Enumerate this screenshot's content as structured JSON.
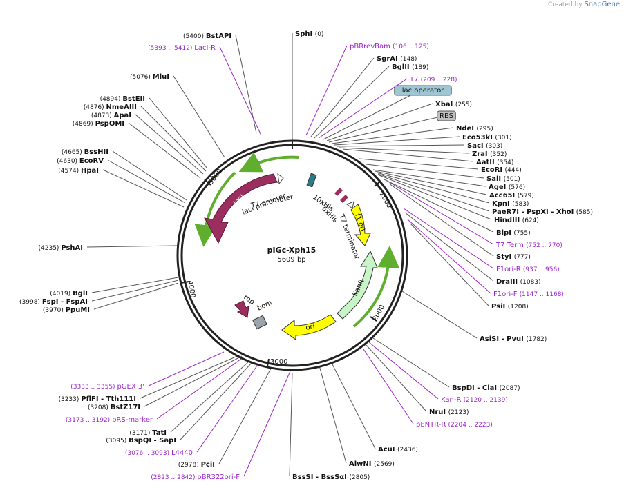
{
  "credit": {
    "prefix": "Created by",
    "brand": "SnapGene"
  },
  "plasmid": {
    "name": "pIGc-Xph15",
    "size_label": "5609 bp"
  },
  "ticks": [
    "1000",
    "2000",
    "3000",
    "4000",
    "5000"
  ],
  "colors": {
    "promoter": "#5fae2e",
    "lacI": "#9b2e5f",
    "kanR": "#c8f5c8",
    "f1ori": "#ffff00",
    "ori": "#ffff00",
    "rop": "#9b2e5f",
    "bom": "#9ba3ab",
    "lac_operator_box": "#9fc6d2",
    "rbs_box": "#c0c0c0",
    "primer": "#9b24c9"
  },
  "left_labels": [
    {
      "kind": "site",
      "name": "BstAPI",
      "pos": "(5400)"
    },
    {
      "kind": "primer",
      "name": "LacI-R",
      "pos": "(5393 .. 5412)"
    },
    {
      "kind": "site",
      "name": "MluI",
      "pos": "(5076)"
    },
    {
      "kind": "site",
      "name": "BstEII",
      "pos": "(4894)"
    },
    {
      "kind": "site",
      "name": "NmeAIII",
      "pos": "(4876)"
    },
    {
      "kind": "site",
      "name": "ApaI",
      "pos": "(4873)"
    },
    {
      "kind": "site",
      "name": "PspOMI",
      "pos": "(4869)"
    },
    {
      "kind": "site",
      "name": "BssHII",
      "pos": "(4665)"
    },
    {
      "kind": "site",
      "name": "EcoRV",
      "pos": "(4630)"
    },
    {
      "kind": "site",
      "name": "HpaI",
      "pos": "(4574)"
    },
    {
      "kind": "site",
      "name": "PshAI",
      "pos": "(4235)"
    },
    {
      "kind": "site",
      "name": "BglI",
      "pos": "(4019)"
    },
    {
      "kind": "site",
      "name": "FspI  - FspAI",
      "pos": "(3998)"
    },
    {
      "kind": "site",
      "name": "PpuMI",
      "pos": "(3970)"
    },
    {
      "kind": "primer",
      "name": "pGEX 3'",
      "pos": "(3333 .. 3355)"
    },
    {
      "kind": "site",
      "name": "PflFI  - Tth111I",
      "pos": "(3233)"
    },
    {
      "kind": "site",
      "name": "BstZ17I",
      "pos": "(3208)"
    },
    {
      "kind": "primer",
      "name": "pRS-marker",
      "pos": "(3173 .. 3192)"
    },
    {
      "kind": "site",
      "name": "TatI",
      "pos": "(3171)"
    },
    {
      "kind": "site",
      "name": "BspQI  - SapI",
      "pos": "(3095)"
    },
    {
      "kind": "primer",
      "name": "L4440",
      "pos": "(3076 .. 3093)"
    },
    {
      "kind": "site",
      "name": "PciI",
      "pos": "(2978)"
    },
    {
      "kind": "primer",
      "name": "pBR322ori-F",
      "pos": "(2823 .. 2842)"
    }
  ],
  "right_labels": [
    {
      "kind": "site",
      "name": "SphI",
      "pos": "(0)"
    },
    {
      "kind": "primer",
      "name": "pBRrevBam",
      "pos": "(106 .. 125)"
    },
    {
      "kind": "site",
      "name": "SgrAI",
      "pos": "(148)"
    },
    {
      "kind": "site",
      "name": "BglII",
      "pos": "(189)"
    },
    {
      "kind": "primer",
      "name": "T7",
      "pos": "(209 .. 228)"
    },
    {
      "kind": "box",
      "name": "lac operator",
      "pos": ""
    },
    {
      "kind": "site",
      "name": "XbaI",
      "pos": "(255)"
    },
    {
      "kind": "box",
      "name": "RBS",
      "pos": ""
    },
    {
      "kind": "site",
      "name": "NdeI",
      "pos": "(295)"
    },
    {
      "kind": "site",
      "name": "Eco53kI",
      "pos": "(301)"
    },
    {
      "kind": "site",
      "name": "SacI",
      "pos": "(303)"
    },
    {
      "kind": "site",
      "name": "ZraI",
      "pos": "(352)"
    },
    {
      "kind": "site",
      "name": "AatII",
      "pos": "(354)"
    },
    {
      "kind": "site",
      "name": "EcoRI",
      "pos": "(444)"
    },
    {
      "kind": "site",
      "name": "SalI",
      "pos": "(501)"
    },
    {
      "kind": "site",
      "name": "AgeI",
      "pos": "(576)"
    },
    {
      "kind": "site",
      "name": "Acc65I",
      "pos": "(579)"
    },
    {
      "kind": "site",
      "name": "KpnI",
      "pos": "(583)"
    },
    {
      "kind": "site",
      "name": "PaeR7I  - PspXI  - XhoI",
      "pos": "(585)"
    },
    {
      "kind": "site",
      "name": "HindIII",
      "pos": "(624)"
    },
    {
      "kind": "site",
      "name": "BlpI",
      "pos": "(755)"
    },
    {
      "kind": "primer",
      "name": "T7 Term",
      "pos": "(752 .. 770)"
    },
    {
      "kind": "site",
      "name": "StyI",
      "pos": "(777)"
    },
    {
      "kind": "primer",
      "name": "F1ori-R",
      "pos": "(937 .. 956)"
    },
    {
      "kind": "site",
      "name": "DraIII",
      "pos": "(1083)"
    },
    {
      "kind": "primer",
      "name": "F1ori-F",
      "pos": "(1147 .. 1168)"
    },
    {
      "kind": "site",
      "name": "PsiI",
      "pos": "(1208)"
    },
    {
      "kind": "site",
      "name": "AsiSI  - PvuI",
      "pos": "(1782)"
    },
    {
      "kind": "site",
      "name": "BspDI  - ClaI",
      "pos": "(2087)"
    },
    {
      "kind": "primer",
      "name": "Kan-R",
      "pos": "(2120 .. 2139)"
    },
    {
      "kind": "site",
      "name": "NruI",
      "pos": "(2123)"
    },
    {
      "kind": "primer",
      "name": "pENTR-R",
      "pos": "(2204 .. 2223)"
    },
    {
      "kind": "site",
      "name": "AcuI",
      "pos": "(2436)"
    },
    {
      "kind": "site",
      "name": "AlwNI",
      "pos": "(2569)"
    },
    {
      "kind": "site",
      "name": "BssSI  - BssSαI",
      "pos": "(2805)"
    }
  ],
  "features": [
    "lacI",
    "lacI promoter",
    "T7 promoter",
    "10xHis",
    "6xHis",
    "T7 terminator",
    "f1 ori",
    "KanR",
    "ori",
    "rop",
    "bom"
  ]
}
